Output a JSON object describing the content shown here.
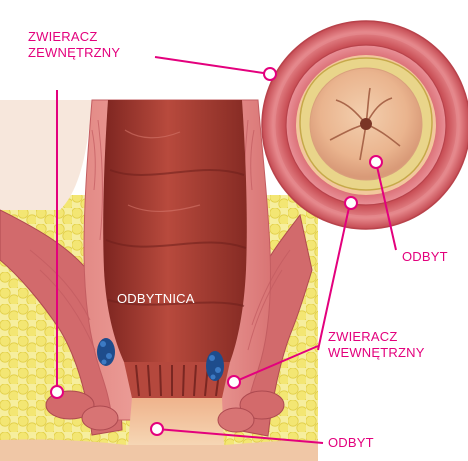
{
  "labels": {
    "external_sphincter_line1": "ZWIERACZ",
    "external_sphincter_line2": "ZEWNĘTRZNY",
    "anus_top": "ODBYT",
    "internal_sphincter_line1": "ZWIERACZ",
    "internal_sphincter_line2": "WEWNĘTRZNY",
    "rectum": "ODBYTNICA",
    "anus_bottom": "ODBYT"
  },
  "colors": {
    "accent": "#e3007d",
    "fat": "#f4ea8e",
    "muscle": "#d9656a",
    "mucosa": "#e8a08f",
    "rectum_wall": "#a83a32",
    "skin": "#f2c59e"
  }
}
